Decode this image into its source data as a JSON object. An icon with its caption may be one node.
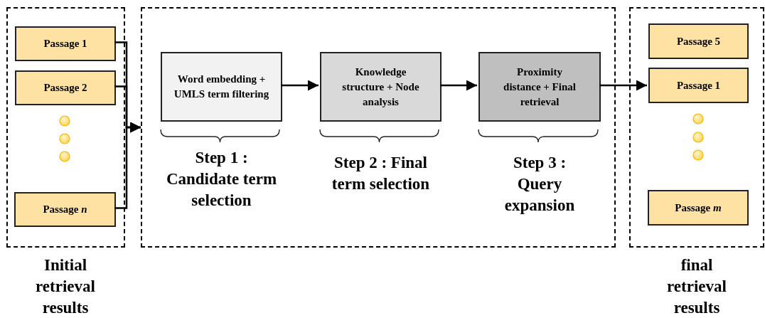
{
  "diagram": {
    "nodes": [
      {
        "text": [],
        "shape": "box",
        "beside": [
          "Initial retrieval results"
        ]
      },
      {
        "text": [
          "Passage 1"
        ],
        "in": 0
      },
      {
        "text": [
          "Passage 2"
        ],
        "in": 0
      },
      {
        "text": [
          "Passage *n*"
        ],
        "in": 0
      },
      {
        "text": [],
        "shape": "box"
      },
      {
        "text": [
          "Word embedding + UMLS term filtering"
        ],
        "in": 4,
        "beside": [
          "Step 1 : Candidate term selection"
        ]
      },
      {
        "text": [
          "Knowledge structure + Node analysis"
        ],
        "in": 4,
        "beside": [
          "Step 2 : Final term selection"
        ]
      },
      {
        "text": [
          "Proximity distance + Final retrieval"
        ],
        "in": 4,
        "beside": [
          "Step 3 : Query expansion"
        ]
      },
      {
        "text": [],
        "shape": "box",
        "beside": [
          "final retrieval results"
        ]
      },
      {
        "text": [
          "Passage 5"
        ],
        "in": 8
      },
      {
        "text": [
          "Passage 1"
        ],
        "in": 8
      },
      {
        "text": [
          "Passage *m*"
        ],
        "in": 8
      }
    ],
    "edges": [
      {
        "from": 1,
        "to": 4,
        "arrow": "to"
      },
      {
        "from": 2,
        "to": 4,
        "arrow": "to"
      },
      {
        "from": 3,
        "to": 4,
        "arrow": "to"
      },
      {
        "from": 5,
        "to": 6,
        "arrow": "to"
      },
      {
        "from": 6,
        "to": 7,
        "arrow": "to"
      },
      {
        "from": 7,
        "to": 10,
        "arrow": "to"
      }
    ]
  }
}
